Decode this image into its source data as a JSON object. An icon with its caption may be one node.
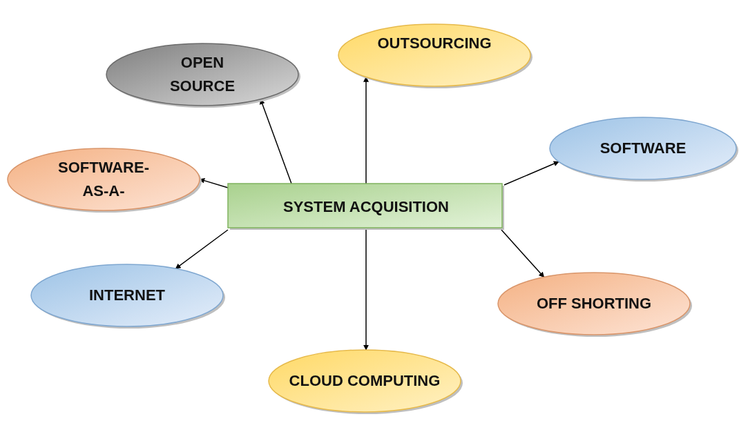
{
  "diagram": {
    "nodes": [
      {
        "text": [
          "SYSTEM ACQUISITION"
        ]
      },
      {
        "text": [
          "OPEN SOURCE"
        ]
      },
      {
        "text": [
          "OUTSOURCING"
        ]
      },
      {
        "text": [
          "SOFTWARE"
        ]
      },
      {
        "text": [
          "SOFTWARE-AS-A-"
        ]
      },
      {
        "text": [
          "INTERNET"
        ]
      },
      {
        "text": [
          "OFF SHORTING"
        ]
      },
      {
        "text": [
          "CLOUD COMPUTING"
        ]
      }
    ],
    "edges": [
      {
        "from": 0,
        "to": 1,
        "arrow": "to"
      },
      {
        "from": 0,
        "to": 2,
        "arrow": "to"
      },
      {
        "from": 0,
        "to": 3,
        "arrow": "to"
      },
      {
        "from": 0,
        "to": 4,
        "arrow": "to"
      },
      {
        "from": 0,
        "to": 5,
        "arrow": "to"
      },
      {
        "from": 0,
        "to": 6,
        "arrow": "to"
      },
      {
        "from": 0,
        "to": 7,
        "arrow": "to"
      }
    ]
  }
}
